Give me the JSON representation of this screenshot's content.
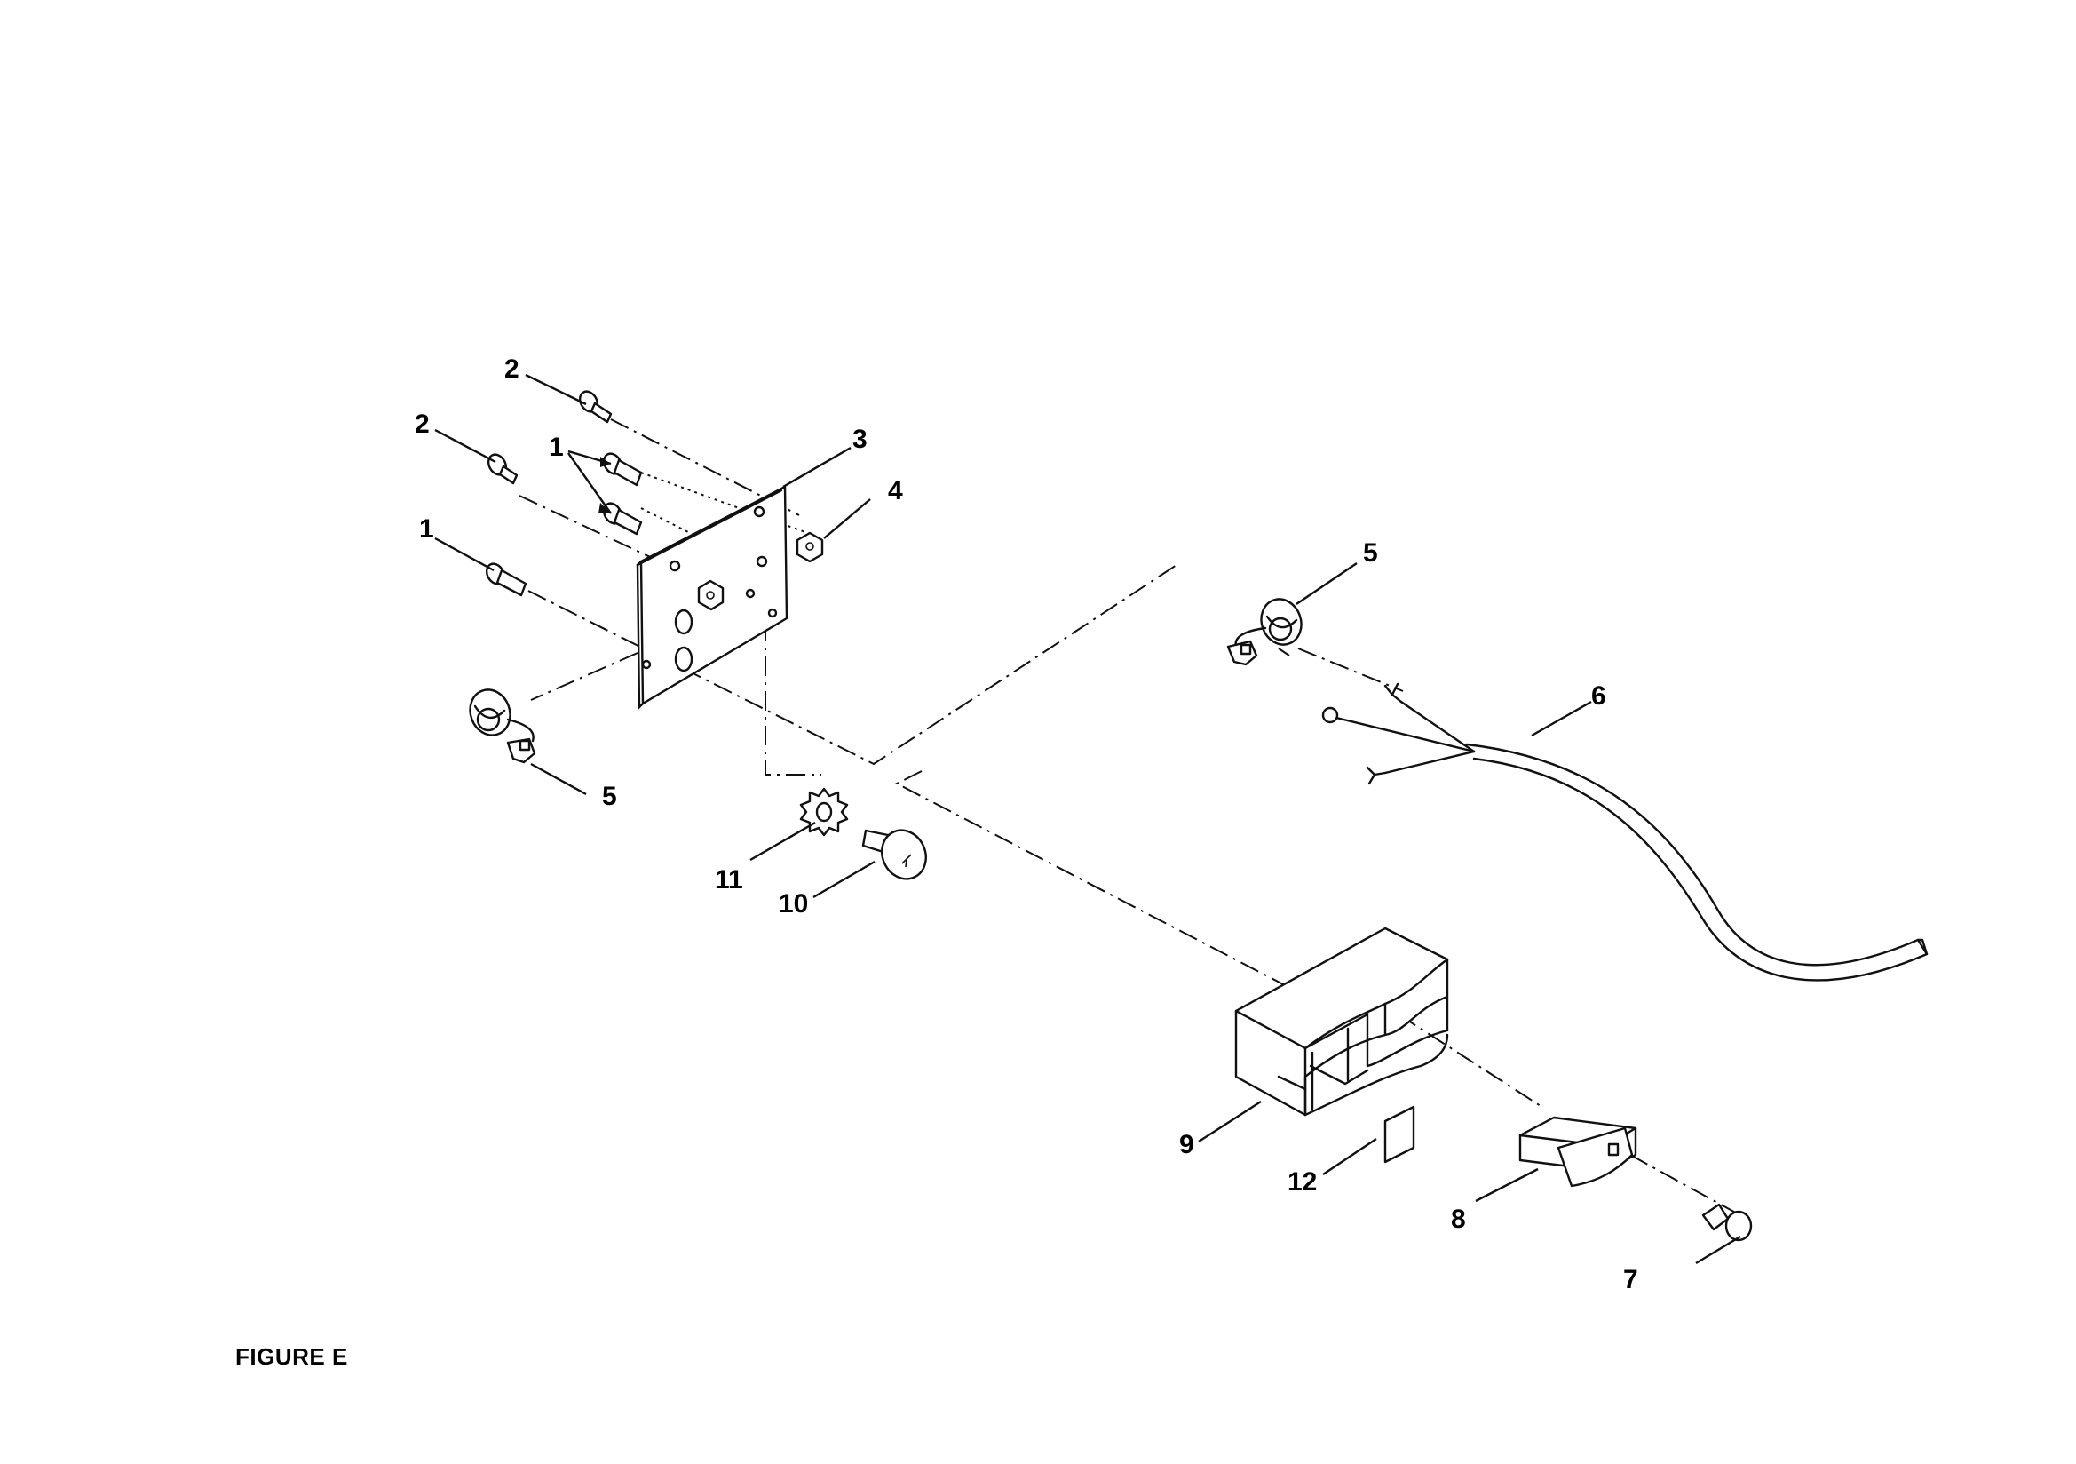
{
  "figure": {
    "caption": "FIGURE E"
  },
  "callouts": {
    "c1a": "1",
    "c1b": "1",
    "c2a": "2",
    "c2b": "2",
    "c3": "3",
    "c4": "4",
    "c5a": "5",
    "c5b": "5",
    "c6": "6",
    "c7": "7",
    "c8": "8",
    "c9": "9",
    "c10": "10",
    "c11": "11",
    "c12": "12"
  }
}
